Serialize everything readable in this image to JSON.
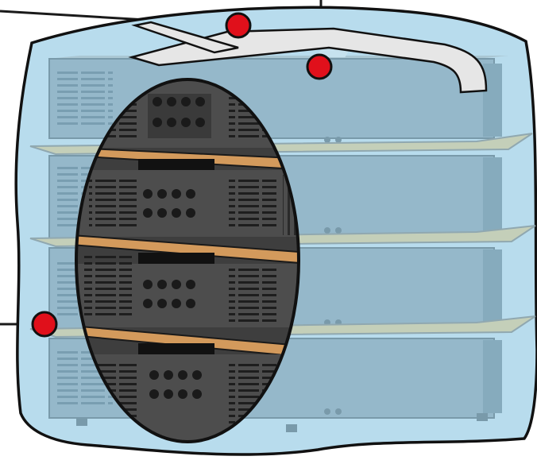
{
  "illustration": {
    "subject": "stacked-equipment-units-in-protective-wrap",
    "unit_count": 4,
    "callout_count": 3,
    "colors": {
      "wrap": "#b8dced",
      "wrap_outline": "#111111",
      "unit_face": "#8fb2c4",
      "unit_top": "#a8c4cf",
      "shelf": "#c7cdb0",
      "magnified_body": "#4a4a4a",
      "magnified_shelf": "#d39a5c",
      "strap": "#e6e6e6",
      "callout_dot": "#e0101b",
      "leader_line": "#1a1a1a"
    }
  }
}
